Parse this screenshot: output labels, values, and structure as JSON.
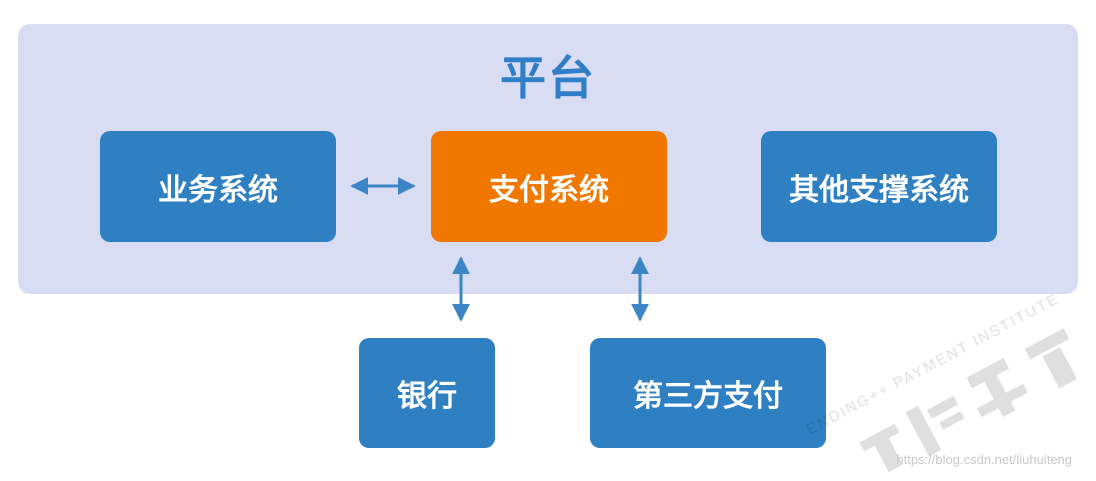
{
  "platform": {
    "title": "平台"
  },
  "nodes": {
    "business": "业务系统",
    "payment": "支付系统",
    "other": "其他支撑系统",
    "bank": "银行",
    "third_party": "第三方支付"
  },
  "watermark": {
    "seal_text": "ENDING++ PAYMENT INSTITUTE",
    "url": "https://blog.csdn.net/liuhuiteng"
  },
  "colors": {
    "platform_bg": "#d9ddf3",
    "blue": "#2f80c3",
    "orange": "#f07800",
    "title": "#2f7ec7",
    "arrow": "#3d86c6"
  }
}
